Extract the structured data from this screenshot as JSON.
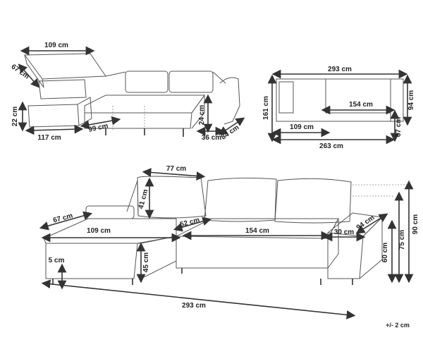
{
  "tolerance": "+/- 2 cm",
  "top_left_view": {
    "dims": [
      "109 cm",
      "67 cm",
      "22 cm",
      "117 cm",
      "99 cm",
      "24 cm",
      "84 cm",
      "36 cm"
    ]
  },
  "top_right_view": {
    "dims": [
      "293 cm",
      "161 cm",
      "154 cm",
      "94 cm",
      "109 cm",
      "67 cm",
      "263 cm"
    ]
  },
  "bottom_view": {
    "dims": [
      "77 cm",
      "41 cm",
      "67 cm",
      "109 cm",
      "52 cm",
      "154 cm",
      "30 cm",
      "94 cm",
      "60 cm",
      "75 cm",
      "90 cm",
      "5 cm",
      "45 cm",
      "293 cm"
    ]
  }
}
